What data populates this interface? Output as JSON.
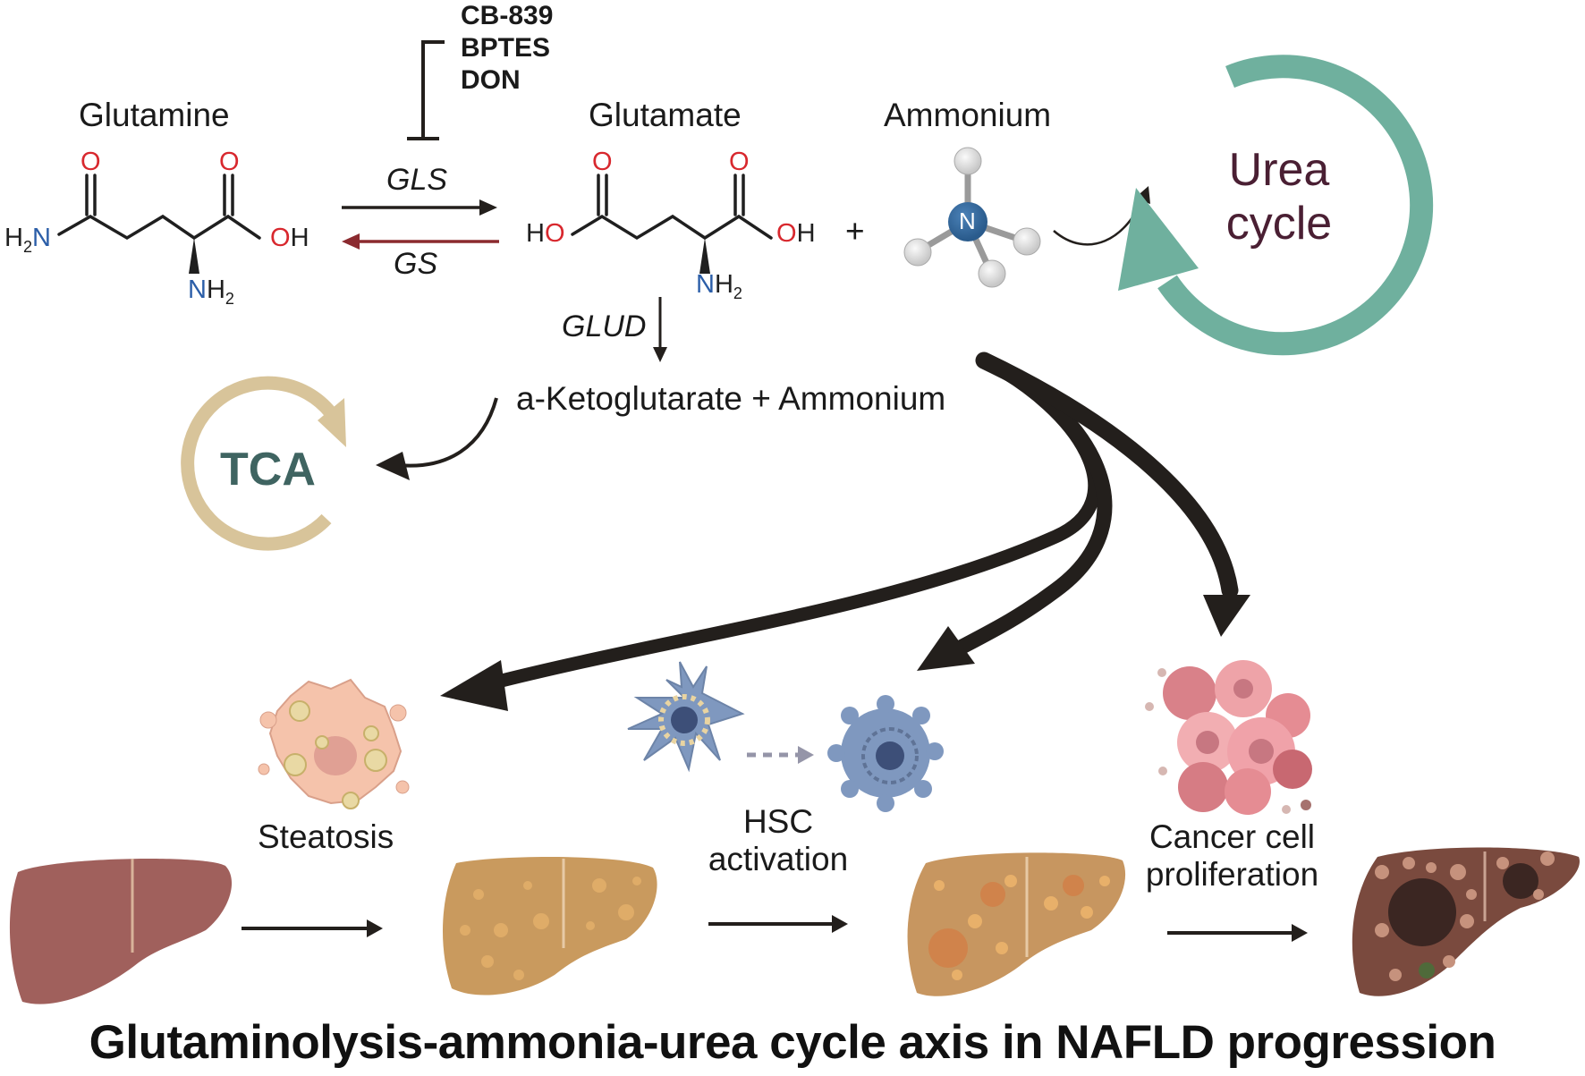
{
  "molecules": {
    "glutamine": {
      "name": "Glutamine",
      "atoms": {
        "o1": "O",
        "o2": "O",
        "amine": "H2N",
        "oh": "OH",
        "nh2": "NH2"
      }
    },
    "glutamate": {
      "name": "Glutamate",
      "atoms": {
        "o1": "O",
        "o2": "O",
        "ho": "HO",
        "oh": "OH",
        "nh2": "NH2"
      }
    },
    "ammonium": {
      "name": "Ammonium",
      "center_atom": "N",
      "h_atom": "H"
    }
  },
  "plus_sign": "+",
  "enzymes": {
    "forward": "GLS",
    "reverse": "GS",
    "down": "GLUD"
  },
  "inhibitors": [
    "CB-839",
    "BPTES",
    "DON"
  ],
  "product": "a-Ketoglutarate + Ammonium",
  "cycles": {
    "urea": {
      "line1": "Urea",
      "line2": "cycle",
      "color": "#6fb09e",
      "text_color": "#4a1f33"
    },
    "tca": {
      "label": "TCA",
      "color": "#d8c49a",
      "text_color": "#3f6461"
    }
  },
  "outcomes": {
    "steatosis": "Steatosis",
    "hsc_line1": "HSC",
    "hsc_line2": "activation",
    "cancer_line1": "Cancer cell",
    "cancer_line2": "proliferation"
  },
  "liver_stages": [
    "healthy",
    "steatotic",
    "fibrotic",
    "cancerous"
  ],
  "colors": {
    "oxygen": "#d8282e",
    "nitrogen": "#2b5ea8",
    "gs_arrow": "#8b2a2f",
    "arrow": "#231f1c"
  },
  "title": "Glutaminolysis-ammonia-urea cycle axis in NAFLD progression"
}
